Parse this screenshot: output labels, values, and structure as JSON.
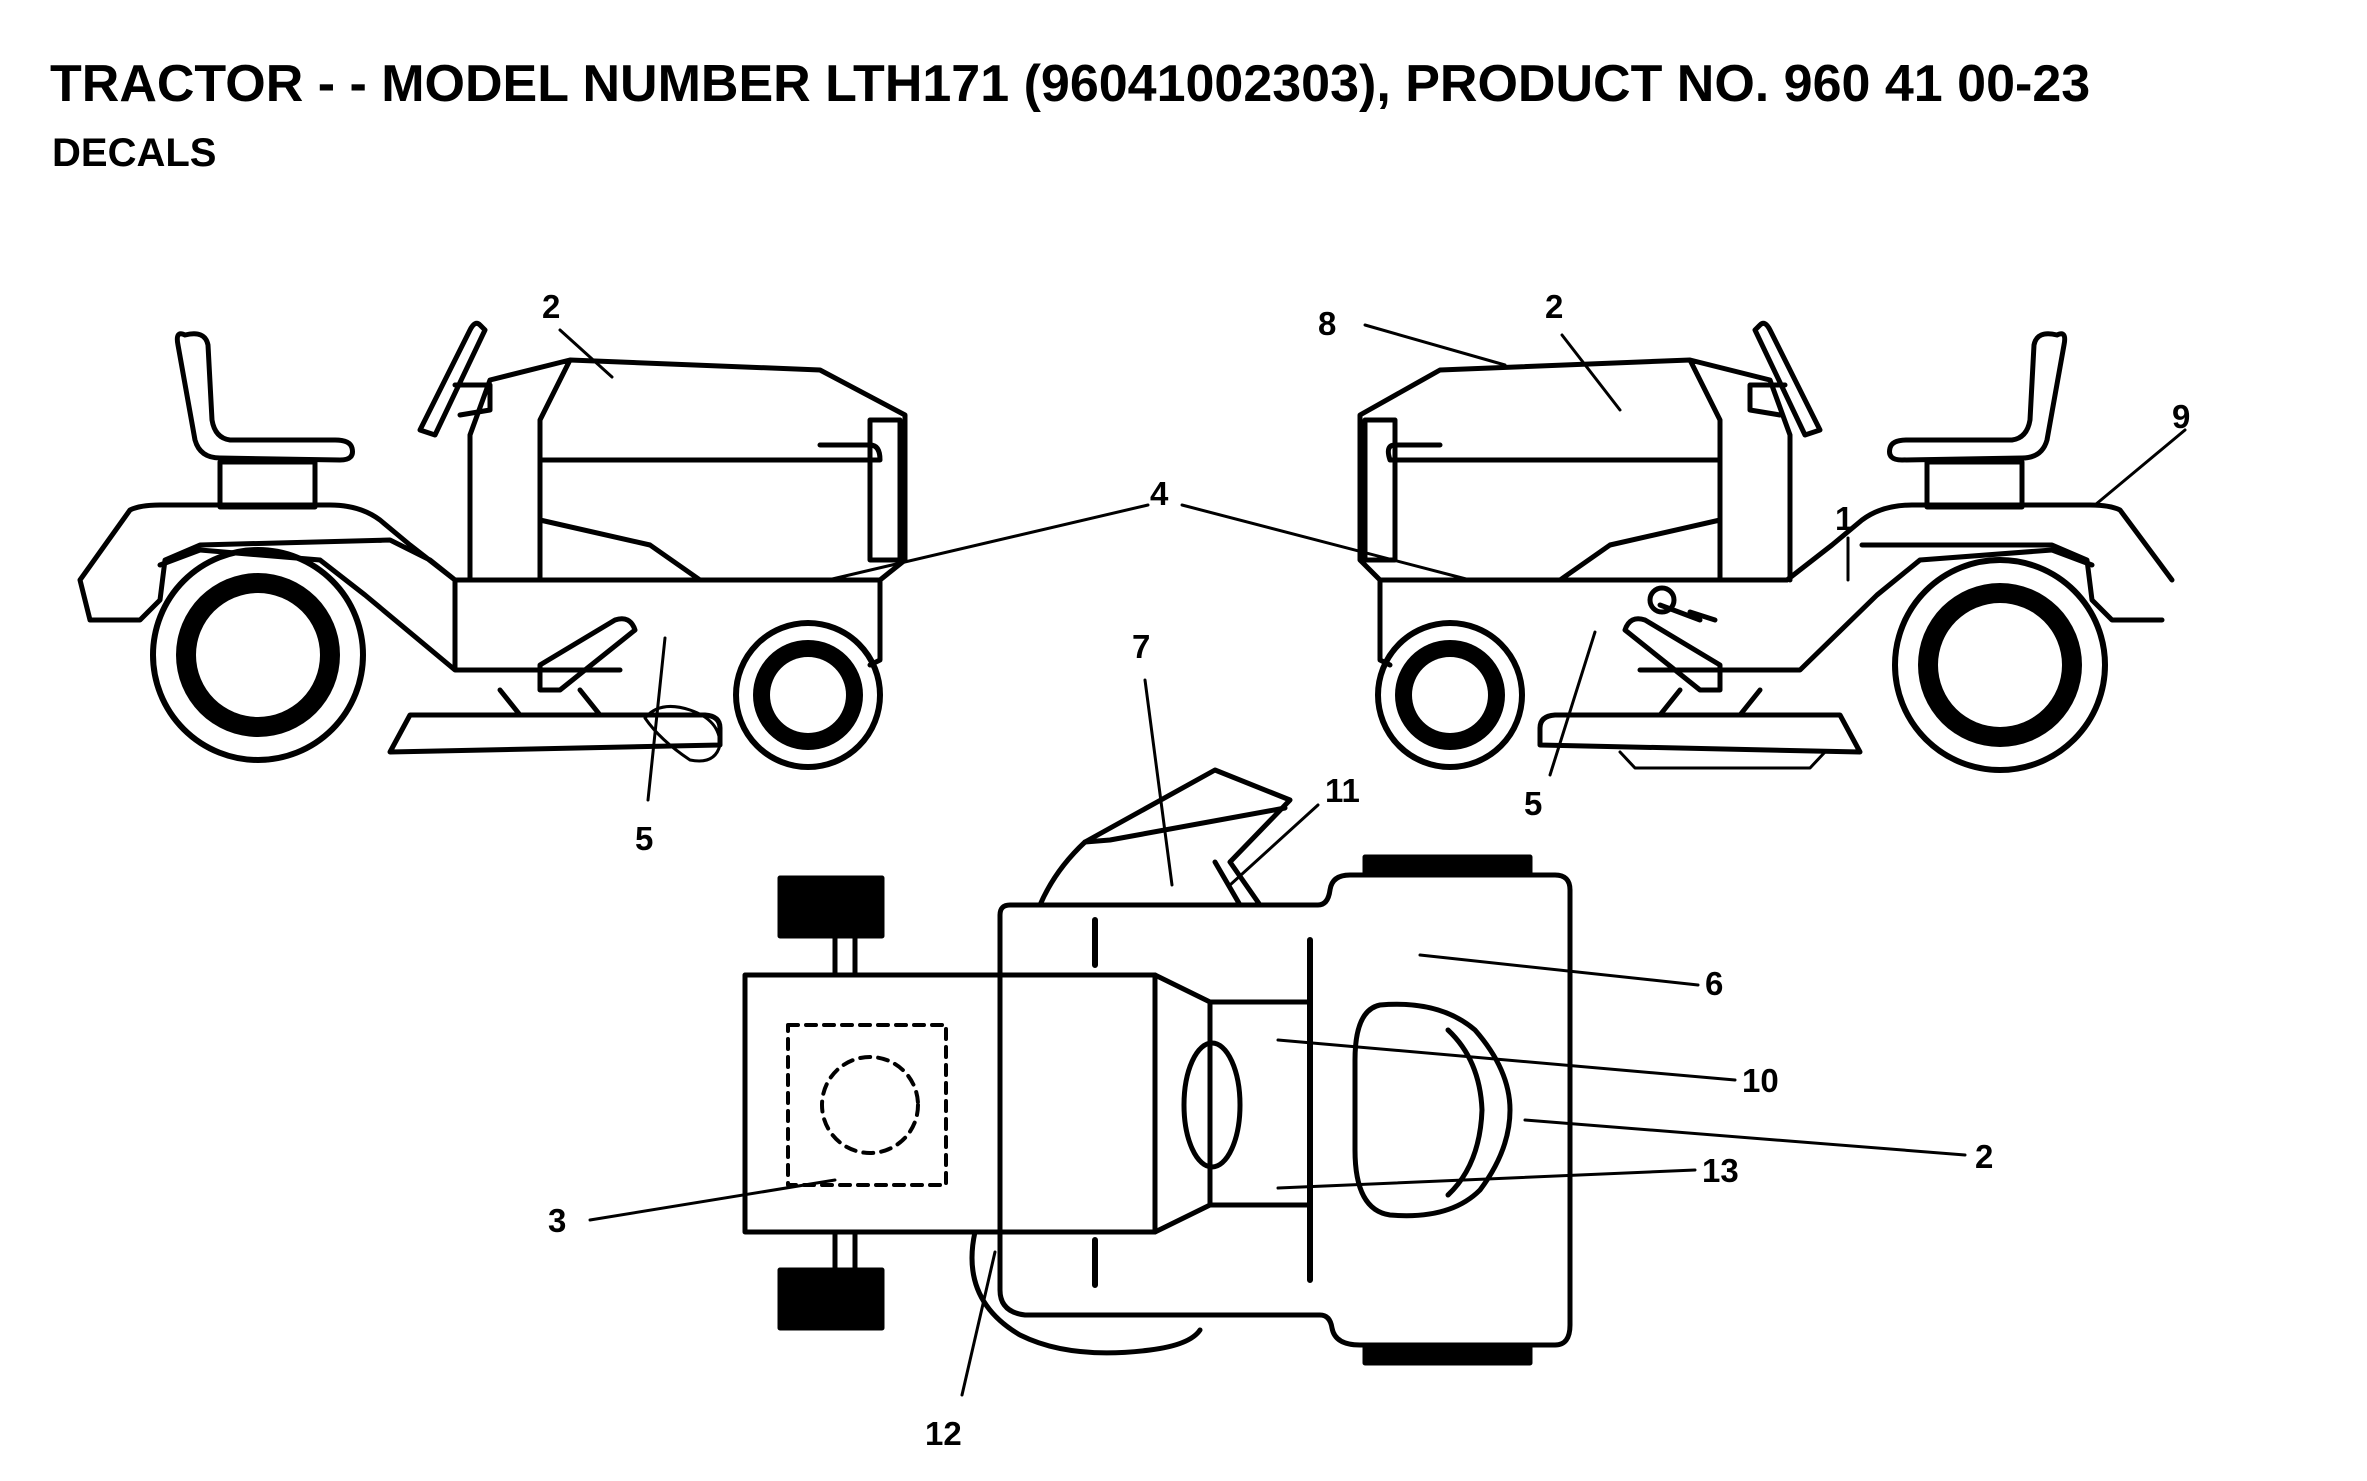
{
  "header": {
    "title": "TRACTOR - - MODEL NUMBER LTH171 (96041002303), PRODUCT NO. 960 41 00-23",
    "subtitle": "DECALS"
  },
  "callouts": [
    "2",
    "8",
    "2",
    "9",
    "4",
    "1",
    "5",
    "5",
    "7",
    "11",
    "6",
    "10",
    "2",
    "13",
    "3",
    "12"
  ],
  "colors": {
    "line": "#000000",
    "background": "#ffffff"
  }
}
